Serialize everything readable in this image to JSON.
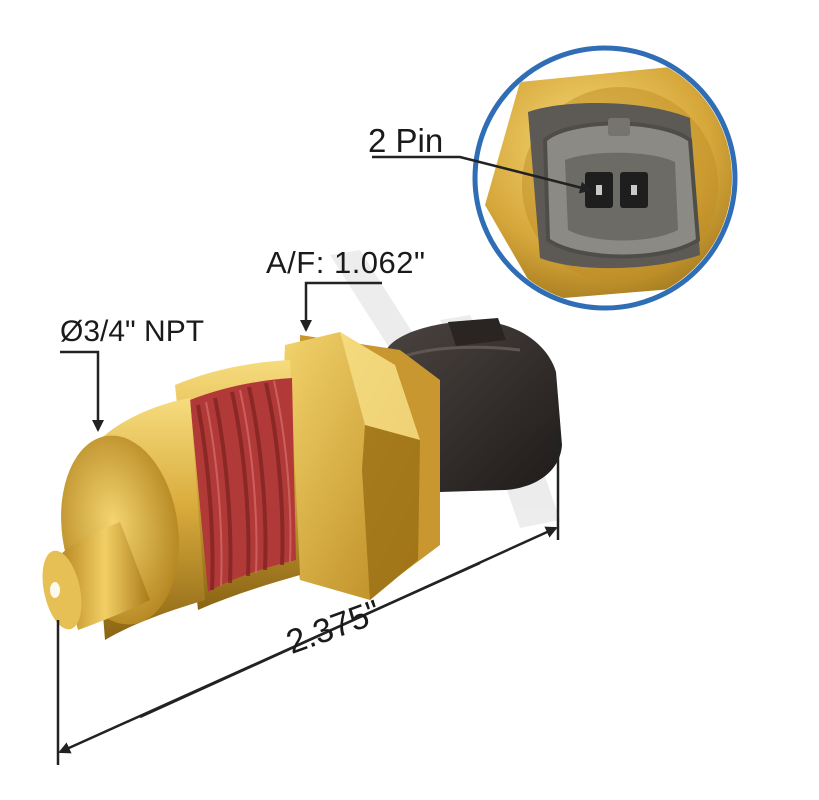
{
  "labels": {
    "pins": "2 Pin",
    "across_flats": "A/F: 1.062\"",
    "thread": "Ø3/4\" NPT",
    "length": "2.375\""
  },
  "colors": {
    "brass_light": "#f3d26a",
    "brass_mid": "#d4a437",
    "brass_dark": "#8a6414",
    "thread_red": "#b83a3a",
    "connector_dark": "#3a3431",
    "connector_grey": "#6f6e6a",
    "callout_ring": "#2f6db5",
    "dimension_line": "#222222"
  },
  "icons": [
    "arrow-head-icon"
  ]
}
